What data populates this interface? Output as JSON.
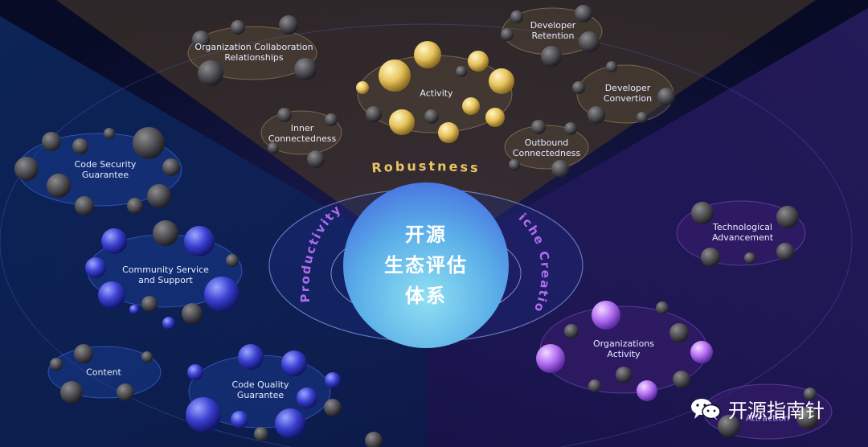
{
  "center": {
    "lines": [
      "开源",
      "生态评估",
      "体系"
    ]
  },
  "arcs": {
    "top": "Robustness",
    "left": "Productivity",
    "right": "Niche Creation"
  },
  "groups": {
    "org_collab": "Organization Collaboration Relationships",
    "dev_retention": "Developer Retention",
    "activity": "Activity",
    "dev_convertion": "Developer Convertion",
    "inner_conn": "Inner Connectedness",
    "outbound_conn": "Outbound Connectedness",
    "code_security": "Code Security Guarantee",
    "community_service": "Community Service and Support",
    "content": "Content",
    "code_quality": "Code Quality Guarantee",
    "tech_adv": "Technological Advancement",
    "org_activity": "Organizations Activity",
    "attraction": "Attraction"
  },
  "watermark": {
    "text": "开源指南针",
    "icon": "wechat-icon"
  },
  "colors": {
    "background": "#0a0f2e",
    "gold": "#e8c565",
    "purple": "#b06cf0",
    "blue": "#3a5cff",
    "center": "#6cc6ef"
  }
}
